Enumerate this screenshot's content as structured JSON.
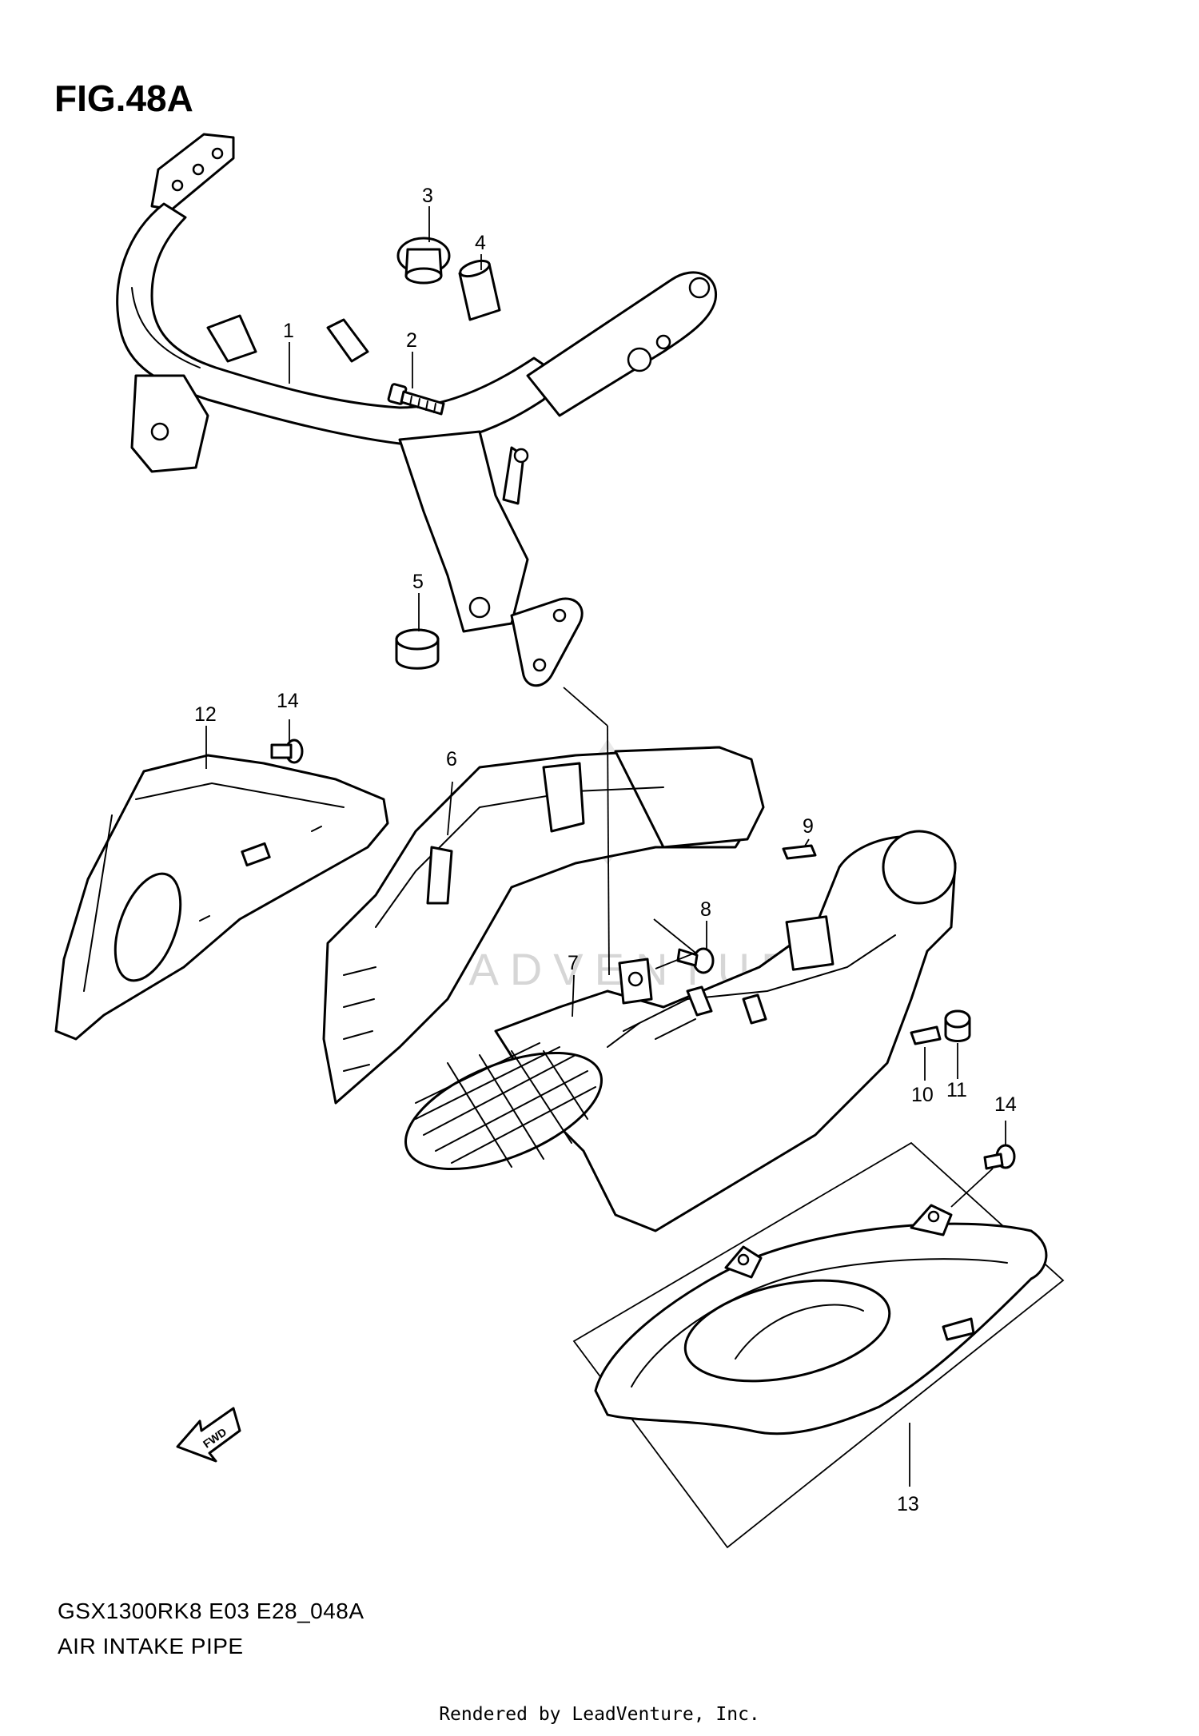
{
  "figure": {
    "title": "FIG.48A"
  },
  "model_code": "GSX1300RK8 E03 E28_048A",
  "diagram_name": "AIR INTAKE PIPE",
  "rendered_by": "Rendered by LeadVenture, Inc.",
  "watermark": "LEADVENTURE",
  "fwd_label": "FWD",
  "callouts": {
    "c1": "1",
    "c2": "2",
    "c3": "3",
    "c4": "4",
    "c5": "5",
    "c6": "6",
    "c7": "7",
    "c8": "8",
    "c9": "9",
    "c10": "10",
    "c11": "11",
    "c12": "12",
    "c13": "13",
    "c14a": "14",
    "c14b": "14"
  }
}
